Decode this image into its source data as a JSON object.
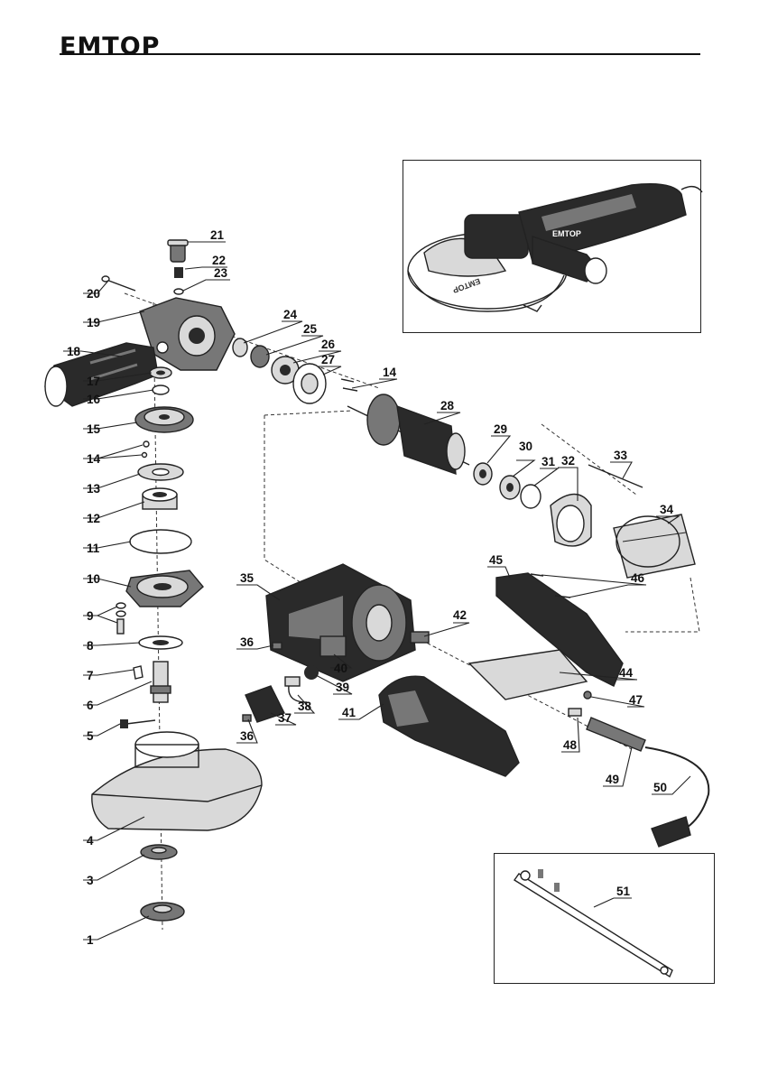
{
  "brand": {
    "logo_text": "EMTOP"
  },
  "inset_tool": {
    "logo_text": "EMTOP"
  },
  "inset_wrench": {
    "label": "51"
  },
  "parts": {
    "p1": "1",
    "p3": "3",
    "p4": "4",
    "p5": "5",
    "p6": "6",
    "p7": "7",
    "p8": "8",
    "p9": "9",
    "p10": "10",
    "p11": "11",
    "p12": "12",
    "p13": "13",
    "p14a": "14",
    "p14b": "14",
    "p15": "15",
    "p16": "16",
    "p17": "17",
    "p18": "18",
    "p19": "19",
    "p20": "20",
    "p21": "21",
    "p22": "22",
    "p23": "23",
    "p24": "24",
    "p25": "25",
    "p26": "26",
    "p27": "27",
    "p28": "28",
    "p29": "29",
    "p30": "30",
    "p31": "31",
    "p32": "32",
    "p33": "33",
    "p34": "34",
    "p35": "35",
    "p36a": "36",
    "p36b": "36",
    "p37": "37",
    "p38": "38",
    "p39": "39",
    "p40": "40",
    "p41": "41",
    "p42": "42",
    "p44": "44",
    "p45": "45",
    "p46": "46",
    "p47": "47",
    "p48": "48",
    "p49": "49",
    "p50": "50"
  },
  "colors": {
    "ink": "#111111",
    "grip": "#2a2a2a",
    "metal": "#777777"
  }
}
